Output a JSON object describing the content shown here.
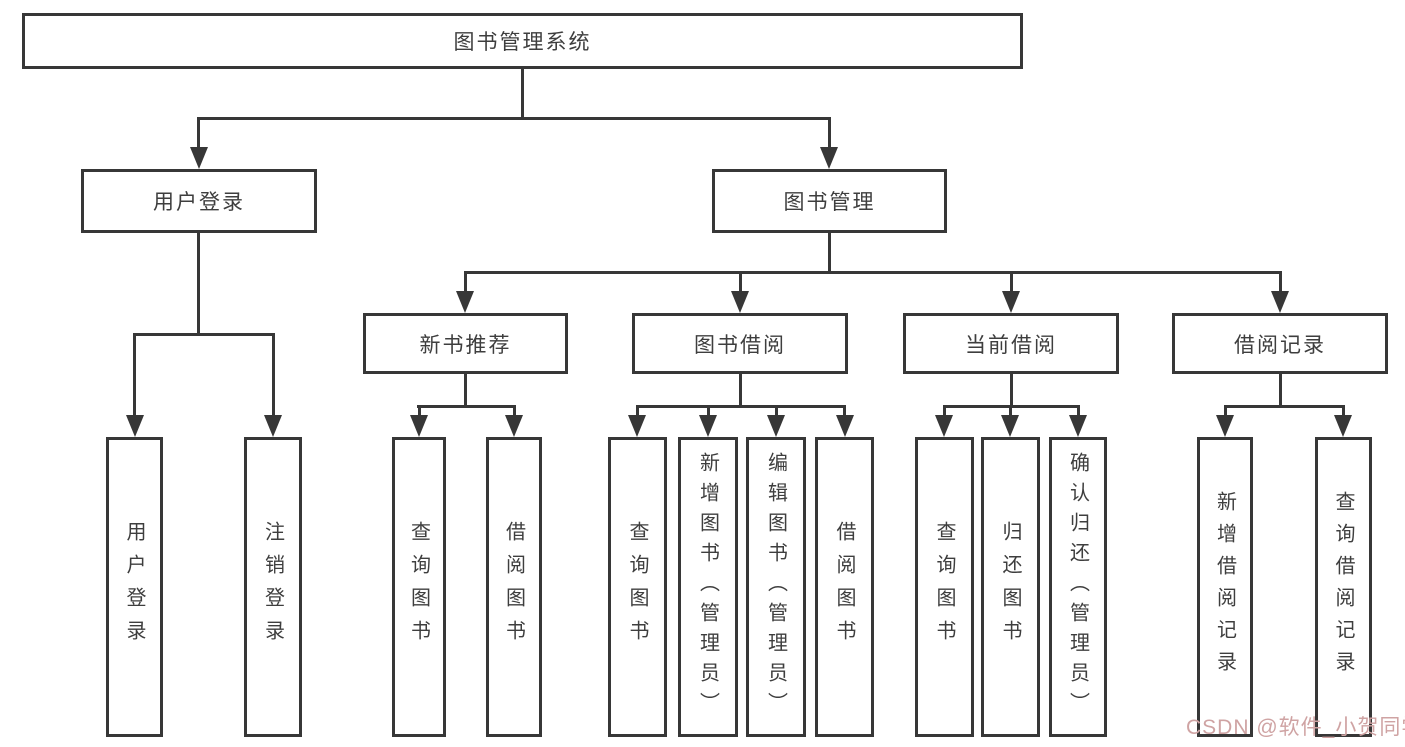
{
  "tree": {
    "root": {
      "label": "图书管理系统"
    },
    "branches": [
      {
        "label": "用户登录",
        "children": [
          {
            "label": "用户登录"
          },
          {
            "label": "注销登录"
          }
        ]
      },
      {
        "label": "图书管理",
        "children": [
          {
            "label": "新书推荐",
            "children": [
              {
                "label": "查询图书"
              },
              {
                "label": "借阅图书"
              }
            ]
          },
          {
            "label": "图书借阅",
            "children": [
              {
                "label": "查询图书"
              },
              {
                "label": "新增图书（管理员）"
              },
              {
                "label": "编辑图书（管理员）"
              },
              {
                "label": "借阅图书"
              }
            ]
          },
          {
            "label": "当前借阅",
            "children": [
              {
                "label": "查询图书"
              },
              {
                "label": "归还图书"
              },
              {
                "label": "确认归还（管理员）"
              }
            ]
          },
          {
            "label": "借阅记录",
            "children": [
              {
                "label": "新增借阅记录"
              },
              {
                "label": "查询借阅记录"
              }
            ]
          }
        ]
      }
    ]
  },
  "watermark": {
    "text": "CSDN @软件_小贺同学"
  },
  "colors": {
    "line": "#373737",
    "text": "#3e3e3e",
    "watermark": "#cfa3a3",
    "background": "#ffffff"
  }
}
